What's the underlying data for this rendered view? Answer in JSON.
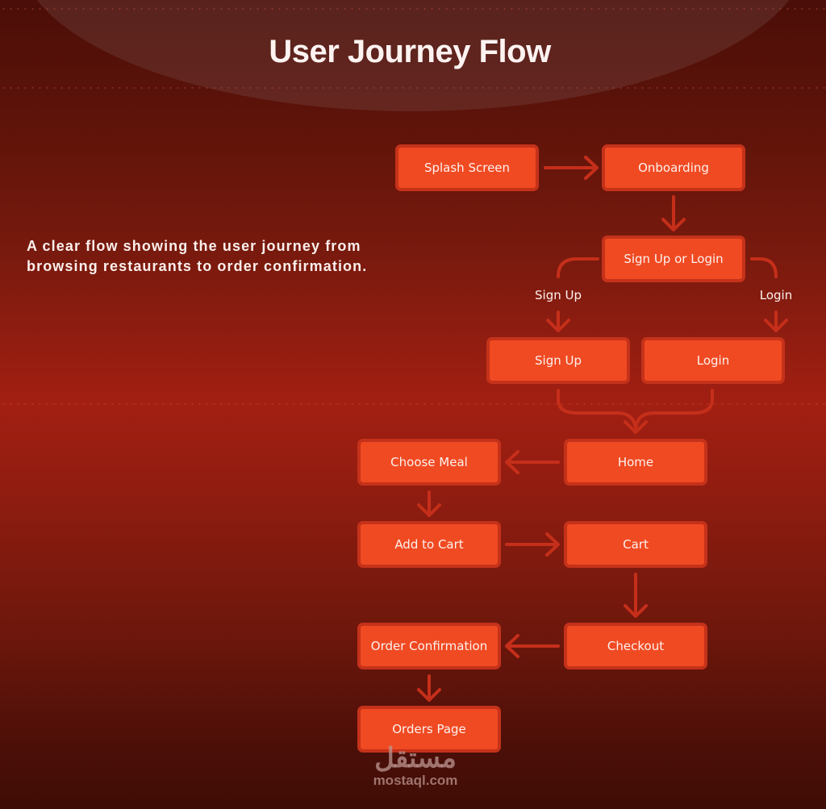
{
  "title": "User Journey Flow",
  "description": "A clear flow showing the user journey from browsing restaurants to order confirmation.",
  "colors": {
    "node_fill": "#f04a22",
    "node_border": "#c5321a",
    "arrow": "#c52f1a",
    "text": "#fdf1ee"
  },
  "nodes": {
    "splash": "Splash Screen",
    "onboarding": "Onboarding",
    "signup_or_login": "Sign Up or Login",
    "signup": "Sign Up",
    "login": "Login",
    "home": "Home",
    "choose_meal": "Choose Meal",
    "add_to_cart": "Add to Cart",
    "cart": "Cart",
    "checkout": "Checkout",
    "order_confirmation": "Order Confirmation",
    "orders_page": "Orders Page"
  },
  "edge_labels": {
    "signup": "Sign Up",
    "login": "Login"
  },
  "edges": [
    {
      "from": "splash",
      "to": "onboarding"
    },
    {
      "from": "onboarding",
      "to": "signup_or_login"
    },
    {
      "from": "signup_or_login",
      "to": "signup",
      "label": "Sign Up"
    },
    {
      "from": "signup_or_login",
      "to": "login",
      "label": "Login"
    },
    {
      "from": "signup",
      "to": "home"
    },
    {
      "from": "login",
      "to": "home"
    },
    {
      "from": "home",
      "to": "choose_meal"
    },
    {
      "from": "choose_meal",
      "to": "add_to_cart"
    },
    {
      "from": "add_to_cart",
      "to": "cart"
    },
    {
      "from": "cart",
      "to": "checkout"
    },
    {
      "from": "checkout",
      "to": "order_confirmation"
    },
    {
      "from": "order_confirmation",
      "to": "orders_page"
    }
  ],
  "watermark": {
    "arabic": "مستقل",
    "latin": "mostaql.com"
  }
}
